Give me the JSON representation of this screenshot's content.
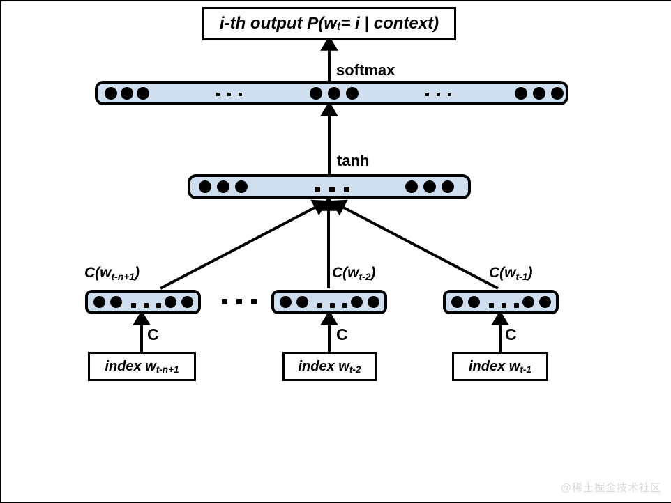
{
  "figure": {
    "title_box": {
      "prefix": "i-th output P(w",
      "subscript": "t",
      "suffix": " = i | context)"
    },
    "activations": {
      "softmax": "softmax",
      "tanh": "tanh"
    },
    "embedding_labels": [
      {
        "prefix": "C(w",
        "subscript": "t-n+1",
        "suffix": ")"
      },
      {
        "prefix": "C(w",
        "subscript": "t-2",
        "suffix": ")"
      },
      {
        "prefix": "C(w",
        "subscript": "t-1",
        "suffix": ")"
      }
    ],
    "projection_labels": [
      "C",
      "C",
      "C"
    ],
    "index_boxes": [
      {
        "prefix": "index w",
        "subscript": "t-n+1",
        "suffix": ""
      },
      {
        "prefix": "index w",
        "subscript": "t-2",
        "suffix": ""
      },
      {
        "prefix": "index w",
        "subscript": "t-1",
        "suffix": ""
      }
    ],
    "layers": {
      "output": {
        "name": "output-layer",
        "dot_groups": [
          3,
          3,
          3
        ],
        "ellipsis_count": 2
      },
      "hidden": {
        "name": "hidden-layer",
        "dot_groups": [
          3,
          3
        ],
        "ellipsis_count": 1
      },
      "embedding": {
        "name": "embedding-layer",
        "boxes": 3,
        "dots_per_side": 2,
        "ellipsis_count": 1
      }
    },
    "between_embeddings_ellipsis": "...",
    "colors": {
      "layer_fill": "#cfdeef",
      "stroke": "#000000",
      "background": "#ffffff",
      "watermark": "#d8d8d8"
    }
  },
  "watermark": "@稀土掘金技术社区"
}
